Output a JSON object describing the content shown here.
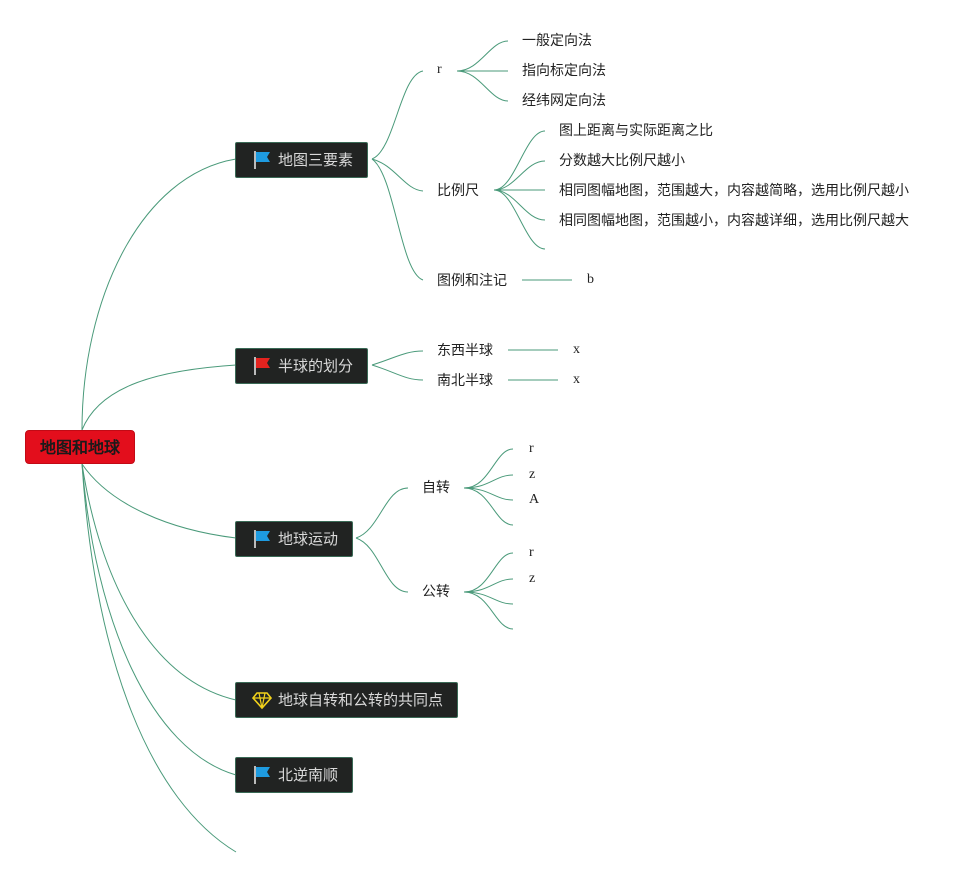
{
  "root": {
    "label": "地图和地球"
  },
  "colors": {
    "line": "#4a9a7a",
    "root_bg": "#e30e1c",
    "topic_bg": "#212322",
    "flag_blue": "#1e9be0",
    "flag_red": "#e4231f",
    "gem": "#f2d21b"
  },
  "topics": {
    "t1": {
      "label": "地图三要素",
      "icon": "blue-flag-icon"
    },
    "t2": {
      "label": "半球的划分",
      "icon": "red-flag-icon"
    },
    "t3": {
      "label": "地球运动",
      "icon": "blue-flag-icon"
    },
    "t4": {
      "label": "地球自转和公转的共同点",
      "icon": "diamond-icon"
    },
    "t5": {
      "label": "北逆南顺",
      "icon": "blue-flag-icon"
    }
  },
  "sub": {
    "direction": {
      "label": "r",
      "items": [
        "一般定向法",
        "指向标定向法",
        "经纬网定向法"
      ]
    },
    "scale": {
      "label": "比例尺",
      "items": [
        "图上距离与实际距离之比",
        "分数越大比例尺越小",
        "相同图幅地图，范围越大，内容越简略，选用比例尺越小",
        "相同图幅地图，范围越小，内容越详细，选用比例尺越大"
      ]
    },
    "legend": {
      "label": "图例和注记",
      "child": "b"
    },
    "east_west": {
      "label": "东西半球",
      "child": "x"
    },
    "north_south": {
      "label": "南北半球",
      "child": "x"
    },
    "rotation": {
      "label": "自转",
      "items": [
        "r",
        "z",
        "A"
      ]
    },
    "revolution": {
      "label": "公转",
      "items": [
        "r",
        "z"
      ]
    }
  }
}
